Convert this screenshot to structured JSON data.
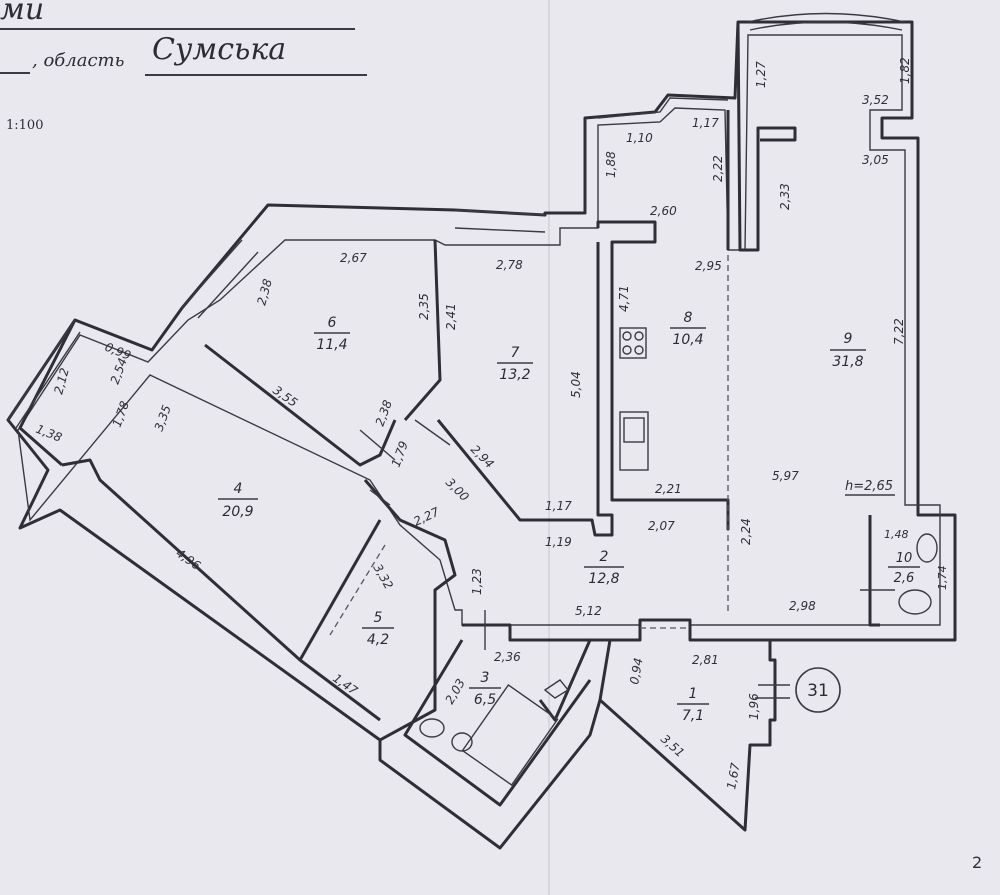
{
  "header": {
    "title_fragment": "ми",
    "region_label": ", область",
    "region_value": "Сумська",
    "scale": "1:100"
  },
  "flat_number": "31",
  "page_number": "2",
  "ceiling_height": "h=2,65",
  "rooms": [
    {
      "number": "1",
      "area": "7,1"
    },
    {
      "number": "2",
      "area": "12,8"
    },
    {
      "number": "3",
      "area": "6,5"
    },
    {
      "number": "4",
      "area": "20,9"
    },
    {
      "number": "5",
      "area": "4,2"
    },
    {
      "number": "6",
      "area": "11,4"
    },
    {
      "number": "7",
      "area": "13,2"
    },
    {
      "number": "8",
      "area": "10,4"
    },
    {
      "number": "9",
      "area": "31,8"
    },
    {
      "number": "10",
      "area": "2,6"
    }
  ],
  "dimensions": [
    "1,27",
    "1,82",
    "3,52",
    "3,05",
    "2,33",
    "7,22",
    "5,97",
    "2,24",
    "2,98",
    "1,10",
    "1,17",
    "1,88",
    "2,22",
    "2,60",
    "2,95",
    "4,71",
    "2,21",
    "2,07",
    "2,67",
    "2,78",
    "2,38",
    "2,35",
    "2,41",
    "5,04",
    "1,17",
    "1,19",
    "0,99",
    "2,12",
    "2,54",
    "1,78",
    "3,35",
    "3,55",
    "1,38",
    "2,38",
    "1,79",
    "2,94",
    "3,00",
    "2,27",
    "4,96",
    "3,32",
    "1,47",
    "1,23",
    "5,12",
    "2,36",
    "2,03",
    "0,94",
    "2,81",
    "1,96",
    "3,51",
    "1,67",
    "1,48",
    "1,74"
  ]
}
